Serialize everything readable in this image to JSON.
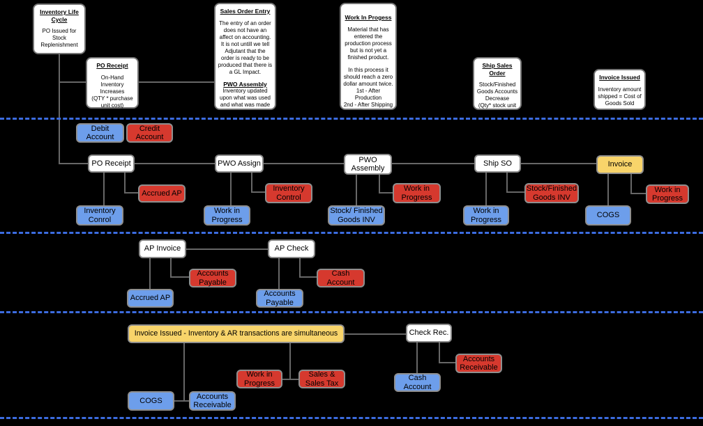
{
  "colors": {
    "background": "#000000",
    "debit_blue": "#6d9eeb",
    "credit_red": "#d6392e",
    "invoice_yellow": "#f8d46a",
    "divider_dashed_blue": "#3c6ce0",
    "connector_gray": "#676767",
    "note_white": "#ffffff"
  },
  "notes": {
    "inventory_life_cycle": {
      "title": "Inventory Life Cycle",
      "body": "PO Issued for Stock Replenishment"
    },
    "po_receipt": {
      "title": "PO Receipt",
      "body": "On-Hand Inventory Increases\n(QTY * purchase unit cost)"
    },
    "sales_order_entry": {
      "title": "Sales Order Entry",
      "body": "The entry of an order does not have an affect on accounting. It is not untill we tell Adjutant that the order is ready to be produced that there is a GL Impact.",
      "subtitle": "PWO Assembly",
      "body2": "Inventory updated upon what was used and what was made"
    },
    "work_in_progress": {
      "title": "Work In Progess",
      "body": "Material that has entered the production process but is not yet a finished product.",
      "body2": "In this process it should reach a zero dollar amount twice.\n1st - After Production\n2nd - After Shipping"
    },
    "ship_sales_order": {
      "title": "Ship Sales Order",
      "body": "Stock/Finished Goods Accounts Decrease\n(Qty* stock unit cost)"
    },
    "invoice_issued": {
      "title": "Invoice Issued",
      "body": "Inventory amount shipped = Cost of Goods Sold"
    }
  },
  "ledger": {
    "debit_account": "Debit Account",
    "credit_account": "Credit Account",
    "po_receipt": "PO Receipt",
    "accrued_ap": "Accrued AP",
    "inventory_conrol": "Inventory Conrol",
    "pwo_assign": "PWO Assign",
    "inventory_control": "Inventory Control",
    "work_in_progress": "Work in Progress",
    "pwo_assembly": "PWO Assembly",
    "stock_finished_goods_inv_spaced": "Stock/ Finished Goods INV",
    "ship_so": "Ship SO",
    "stock_finished_goods_inv": "Stock/Finished Goods INV",
    "invoice": "Invoice",
    "cogs": "COGS",
    "ap_invoice": "AP Invoice",
    "accounts_payable": "Accounts Payable",
    "ap_check": "AP Check",
    "cash_account": "Cash Account",
    "invoice_issued_bar": "Invoice Issued - Inventory & AR transactions are simultaneous",
    "check_rec": "Check Rec.",
    "accounts_receivable": "Accounts Receivable",
    "sales_sales_tax": "Sales & Sales Tax"
  }
}
